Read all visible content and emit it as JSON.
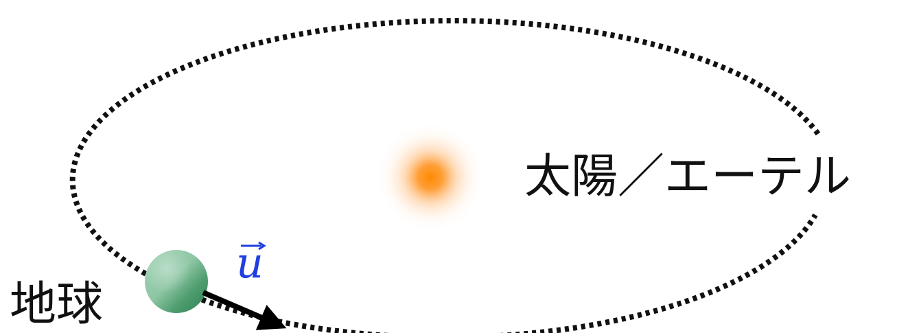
{
  "labels": {
    "sun": "太陽／エーテル",
    "earth": "地球",
    "velocity": "u"
  },
  "colors": {
    "orbit": "#111111",
    "sun_core": "#ff8a00",
    "earth_light": "#b7dcc7",
    "earth_dark": "#3c8f5f",
    "velocity_label": "#1f3fe0",
    "arrow": "#000000"
  }
}
